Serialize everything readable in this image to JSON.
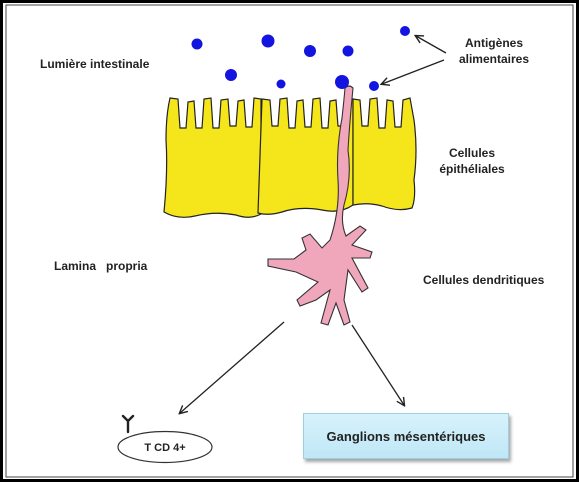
{
  "labels": {
    "lumiere": "Lumière intestinale",
    "antigenes_line1": "Antigènes",
    "antigenes_line2": "alimentaires",
    "cellules_epi_line1": "Cellules",
    "cellules_epi_line2": "épithéliales",
    "lamina": "Lamina   propria",
    "dendritiques": "Cellules dendritiques",
    "ganglions": "Ganglions mésentériques",
    "tcd4": "T CD 4+"
  },
  "colors": {
    "epithelium": "#f5e51b",
    "dendritic": "#f0a6bb",
    "antigen": "#1414e0",
    "ganglion_box": "#c8ecf8"
  }
}
